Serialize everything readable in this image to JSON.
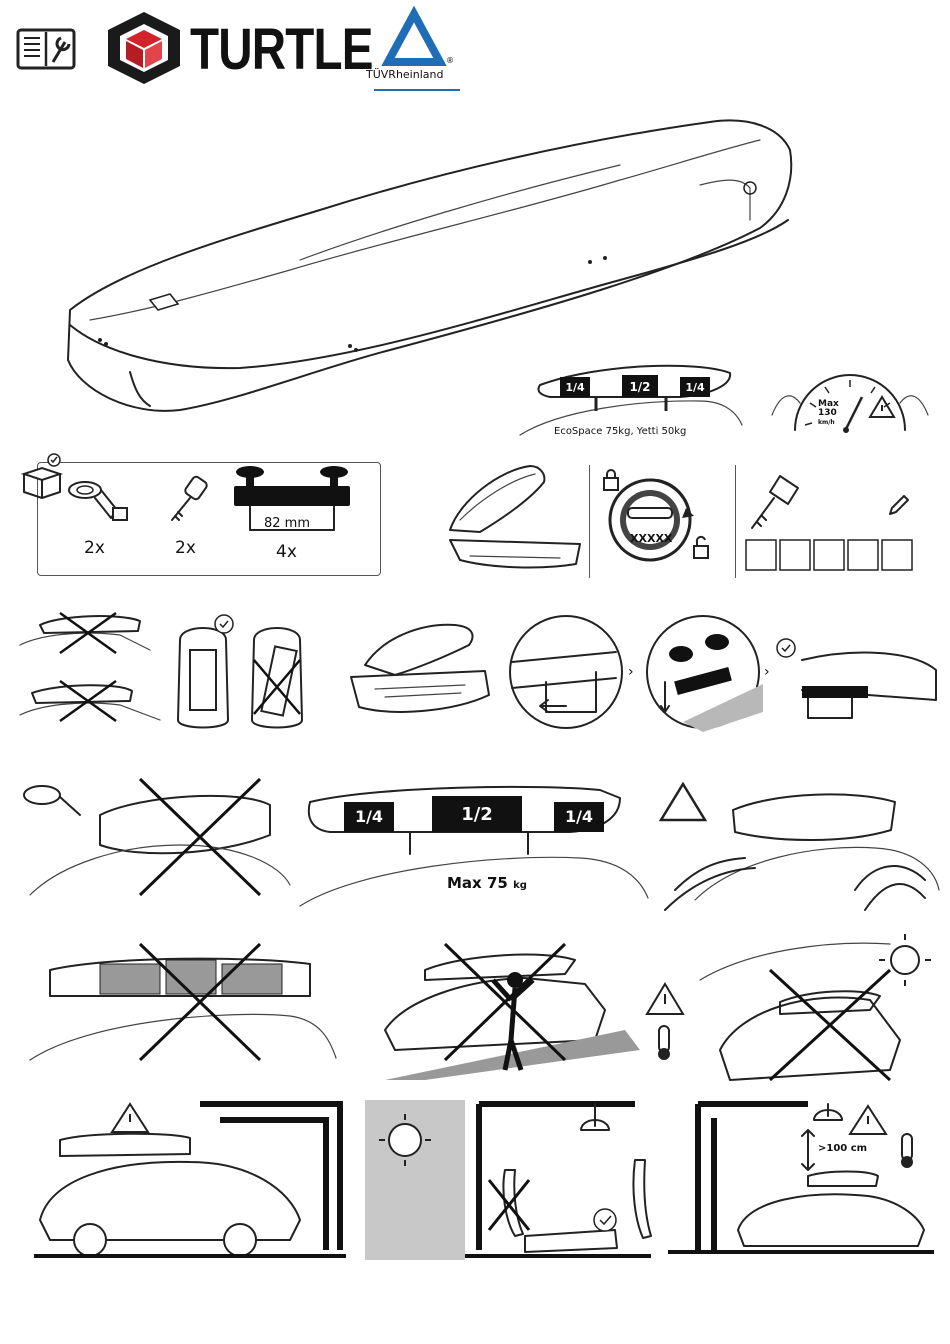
{
  "header": {
    "brand_name": "TURTLE",
    "certifier": "TÜVRheinland",
    "registered_mark": "®",
    "manual_icon": "manual-wrench-icon"
  },
  "hero": {
    "load_labels": [
      "1/4",
      "1/2",
      "1/4"
    ],
    "max_load_caption": "EcoSpace 75kg, Yetti 50kg",
    "speed": {
      "label": "Max",
      "value": "130",
      "unit": "km/h"
    }
  },
  "package_contents": {
    "items": [
      {
        "name": "strap",
        "count": "2x"
      },
      {
        "name": "key",
        "count": "2x"
      },
      {
        "name": "mounting-clamp",
        "count": "4x",
        "dimension": "82 mm"
      }
    ]
  },
  "lock": {
    "code_mask": "XXXXX",
    "key_code_boxes": 5
  },
  "load_distribution": {
    "labels": [
      "1/4",
      "1/2",
      "1/4"
    ],
    "max_load": "Max 75",
    "max_load_unit": "kg"
  },
  "storage": {
    "clearance": ">100 cm"
  },
  "colors": {
    "ink": "#222222",
    "tuv_blue": "#1f6db6",
    "brand_red": "#d2232a",
    "shade": "#b8b8b8"
  }
}
